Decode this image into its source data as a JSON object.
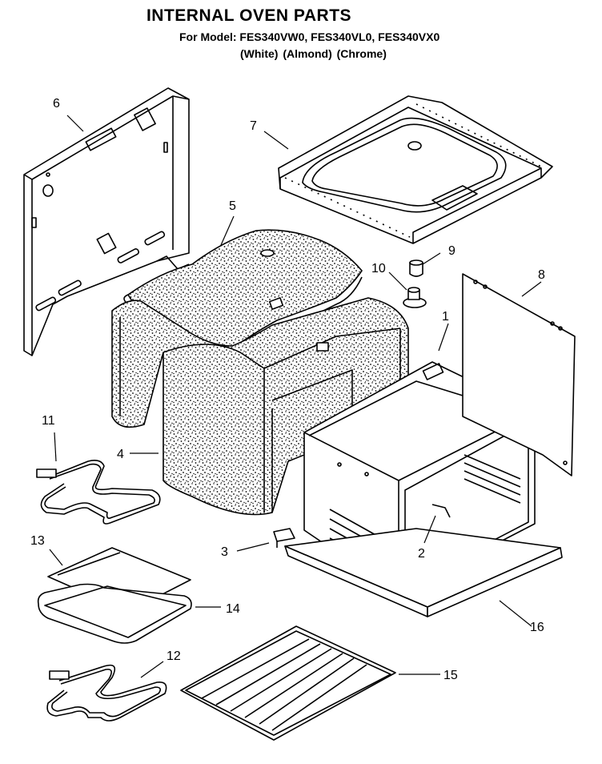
{
  "header": {
    "title": "INTERNAL OVEN PARTS",
    "model_line": "For Model: FES340VW0, FES340VL0, FES340VX0",
    "variants": "(White)  (Almond)  (Chrome)"
  },
  "callouts": [
    {
      "id": "1",
      "label": "1"
    },
    {
      "id": "2",
      "label": "2"
    },
    {
      "id": "3",
      "label": "3"
    },
    {
      "id": "4",
      "label": "4"
    },
    {
      "id": "5",
      "label": "5"
    },
    {
      "id": "6",
      "label": "6"
    },
    {
      "id": "7",
      "label": "7"
    },
    {
      "id": "8",
      "label": "8"
    },
    {
      "id": "9",
      "label": "9"
    },
    {
      "id": "10",
      "label": "10"
    },
    {
      "id": "11",
      "label": "11"
    },
    {
      "id": "12",
      "label": "12"
    },
    {
      "id": "13",
      "label": "13"
    },
    {
      "id": "14",
      "label": "14"
    },
    {
      "id": "15",
      "label": "15"
    },
    {
      "id": "16",
      "label": "16"
    }
  ]
}
